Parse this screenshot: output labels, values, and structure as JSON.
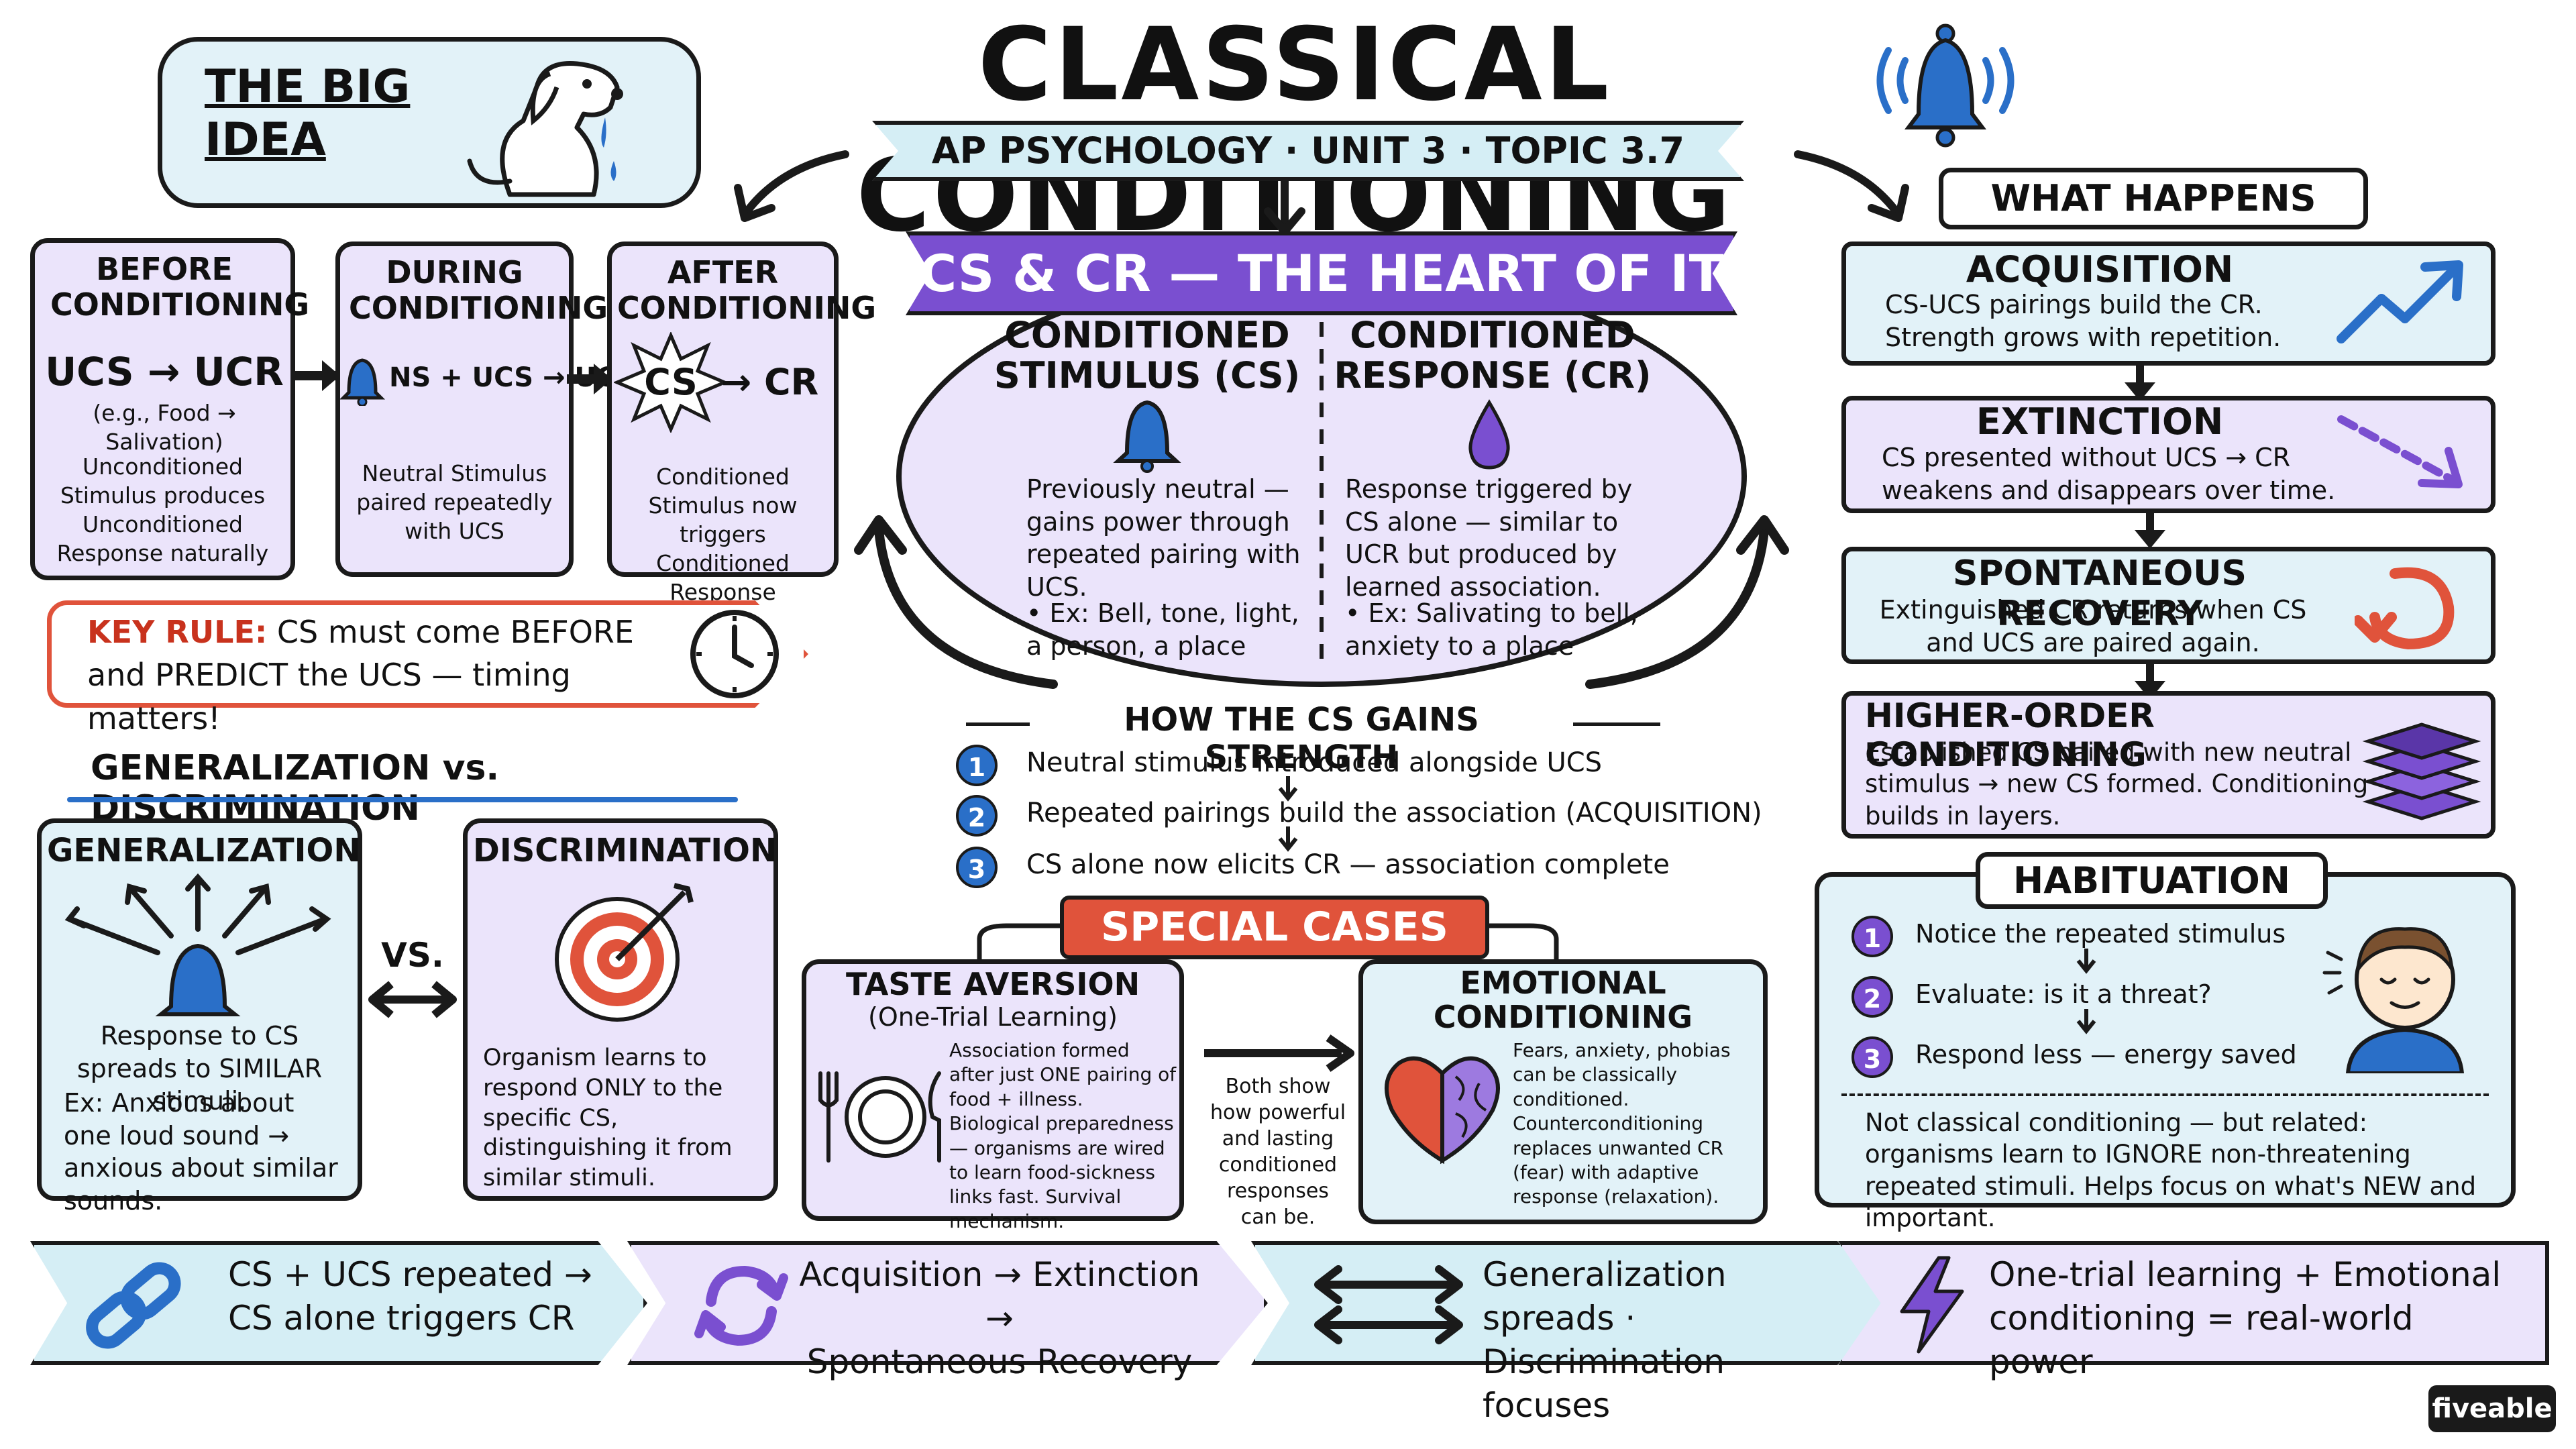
{
  "title": "CLASSICAL CONDITIONING",
  "subtitle": "AP PSYCHOLOGY · UNIT 3 · TOPIC 3.7",
  "big_idea": "THE BIG IDEA",
  "stages": [
    {
      "title": "BEFORE CONDITIONING",
      "formula": "UCS → UCR",
      "example": "(e.g., Food → Salivation)",
      "desc": "Unconditioned Stimulus produces Unconditioned Response naturally"
    },
    {
      "title": "DURING CONDITIONING",
      "formula": "NS + UCS → UCR",
      "desc": "Neutral Stimulus paired repeatedly with UCS"
    },
    {
      "title": "AFTER CONDITIONING",
      "cs": "CS",
      "formula": "→ CR",
      "desc": "Conditioned Stimulus now triggers Conditioned Response"
    }
  ],
  "key_rule": {
    "label": "KEY RULE:",
    "text_a": "CS must come BEFORE",
    "text_b": "and PREDICT the UCS — timing matters!"
  },
  "heart": {
    "banner": "CS & CR — THE HEART OF IT",
    "cs": {
      "title_a": "CONDITIONED",
      "title_b": "STIMULUS (CS)",
      "desc": "Previously neutral — gains power through repeated pairing with UCS.",
      "example": "• Ex: Bell, tone, light, a person, a place"
    },
    "cr": {
      "title_a": "CONDITIONED",
      "title_b": "RESPONSE (CR)",
      "desc": "Response triggered by CS alone — similar to UCR but produced by learned association.",
      "example": "• Ex: Salivating to bell, anxiety to a place"
    }
  },
  "strength": {
    "heading": "HOW THE CS GAINS STRENGTH",
    "steps": [
      {
        "n": "1",
        "text": "Neutral stimulus introduced alongside UCS"
      },
      {
        "n": "2",
        "text": "Repeated pairings build the association (ACQUISITION)"
      },
      {
        "n": "3",
        "text": "CS alone now elicits CR — association complete"
      }
    ]
  },
  "gen_disc": {
    "heading": "GENERALIZATION vs. DISCRIMINATION",
    "vs": "VS.",
    "generalization": {
      "title": "GENERALIZATION",
      "text_a": "Response to CS spreads to SIMILAR stimuli.",
      "text_b": "Ex: Anxious about one loud sound → anxious about similar sounds."
    },
    "discrimination": {
      "title": "DISCRIMINATION",
      "text": "Organism learns to respond ONLY to the specific CS, distinguishing it from similar stimuli."
    }
  },
  "special": {
    "banner": "SPECIAL CASES",
    "taste": {
      "title": "TASTE AVERSION",
      "sub": "(One-Trial Learning)",
      "text": "Association formed after just ONE pairing of food + illness. Biological preparedness — organisms are wired to learn food-sickness links fast. Survival mechanism."
    },
    "middle": "Both show how powerful and lasting conditioned responses can be.",
    "emotional": {
      "title_a": "EMOTIONAL",
      "title_b": "CONDITIONING",
      "text": "Fears, anxiety, phobias can be classically conditioned. Counterconditioning replaces unwanted CR (fear) with adaptive response (relaxation)."
    }
  },
  "next": {
    "heading": "WHAT HAPPENS NEXT?",
    "items": [
      {
        "title": "ACQUISITION",
        "text": "CS-UCS pairings build the CR. Strength grows with repetition."
      },
      {
        "title": "EXTINCTION",
        "text": "CS presented without UCS → CR weakens and disappears over time."
      },
      {
        "title": "SPONTANEOUS RECOVERY",
        "text": "Extinguished CR returns when CS and UCS are paired again."
      },
      {
        "title": "HIGHER-ORDER CONDITIONING",
        "text": "Established CS paired with new neutral stimulus → new CS formed. Conditioning builds in layers."
      }
    ]
  },
  "habituation": {
    "title": "HABITUATION",
    "steps": [
      {
        "n": "1",
        "text": "Notice the repeated stimulus"
      },
      {
        "n": "2",
        "text": "Evaluate: is it a threat?"
      },
      {
        "n": "3",
        "text": "Respond less — energy saved"
      }
    ],
    "note": "Not classical conditioning — but related: organisms learn to IGNORE non-threatening repeated stimuli. Helps focus on what's NEW and important."
  },
  "summary": [
    {
      "a": "CS + UCS repeated →",
      "b": "CS alone triggers CR"
    },
    {
      "a": "Acquisition → Extinction →",
      "b": "Spontaneous Recovery"
    },
    {
      "a": "Generalization spreads ·",
      "b": "Discrimination focuses"
    },
    {
      "a": "One-trial learning + Emotional",
      "b": "conditioning = real-world power"
    }
  ],
  "brand": "fiveable",
  "colors": {
    "lavender": "#ebe4fb",
    "light_blue": "#e2f2f8",
    "purple": "#7a4fd0",
    "blue": "#2a6fc8",
    "red": "#e0533b"
  }
}
